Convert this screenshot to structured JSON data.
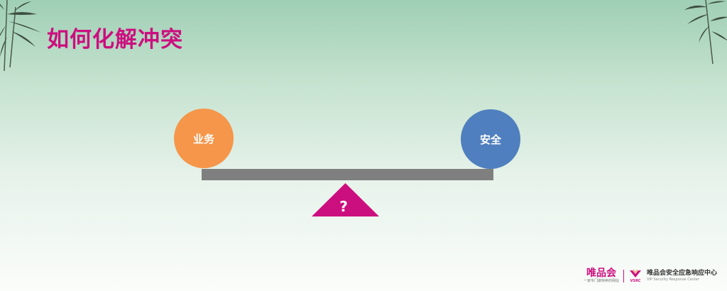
{
  "slide": {
    "title": "如何化解冲突",
    "left_weight": {
      "label": "业务",
      "color": "#f5964a"
    },
    "right_weight": {
      "label": "安全",
      "color": "#4f7fbe"
    },
    "fulcrum": {
      "label": "?",
      "color": "#cc0f7f"
    },
    "beam_color": "#7f7f7f"
  },
  "footer": {
    "brand_name": "唯品会",
    "brand_slogan": "一家专门做特卖的网站",
    "vsrc_tag": "VSRC",
    "center_name": "唯品会安全应急响应中心",
    "center_en": "VIP Security Response Center"
  },
  "decorations": {
    "left": "bamboo-icon",
    "right": "bamboo-icon"
  }
}
